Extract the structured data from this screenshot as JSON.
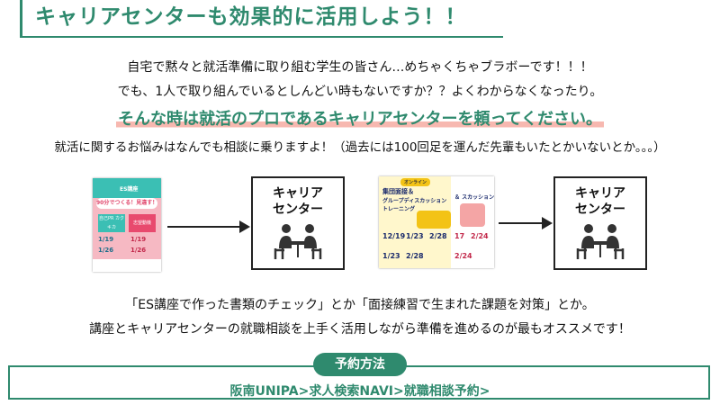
{
  "header": {
    "title": "キャリアセンターも効果的に活用しよう！！"
  },
  "intro": {
    "line1": "自宅で黙々と就活準備に取り組む学生の皆さん…めちゃくちゃブラボーです！！！",
    "line2": "でも、1人で取り組んでいるとしんどい時もないですか？？よくわからなくなったり。",
    "highlight": "そんな時は就活のプロであるキャリアセンターを頼ってください。",
    "line3": "就活に関するお悩みはなんでも相談に乗りますよ！（過去には100回足を運んだ先輩もいたとかいないとか。。。）"
  },
  "flow": {
    "left_flyer": {
      "top_label": "ES講座",
      "main": "90分でつくる！見違す！",
      "badge1": "自己PR カクキカ",
      "badge2": "志望動機",
      "date1": "1/19",
      "date2": "1/19",
      "date3": "1/26",
      "date4": "1/26"
    },
    "right_flyer": {
      "badge": "オンライン",
      "main1": "集団面接＆",
      "main2": "グループディスカッション",
      "main3": "トレーニング",
      "side": "＆ スカッション",
      "dates": [
        "12/19",
        "1/23",
        "2/28",
        "1/23",
        "2/28",
        "17",
        "2/24",
        "2/24"
      ]
    },
    "center_label_1": "キャリア",
    "center_label_2": "センター"
  },
  "bottom": {
    "line1": "「ES講座で作った書類のチェック」とか「面接練習で生まれた課題を対策」とか。",
    "line2": "講座とキャリアセンターの就職相談を上手く活用しながら準備を進めるのが最もオススメです！"
  },
  "method": {
    "tag": "予約方法",
    "text": "阪南UNIPA>求人検索NAVI>就職相談予約>"
  },
  "colors": {
    "accent": "#2f8a6e",
    "highlight": "#f7b8b0"
  }
}
